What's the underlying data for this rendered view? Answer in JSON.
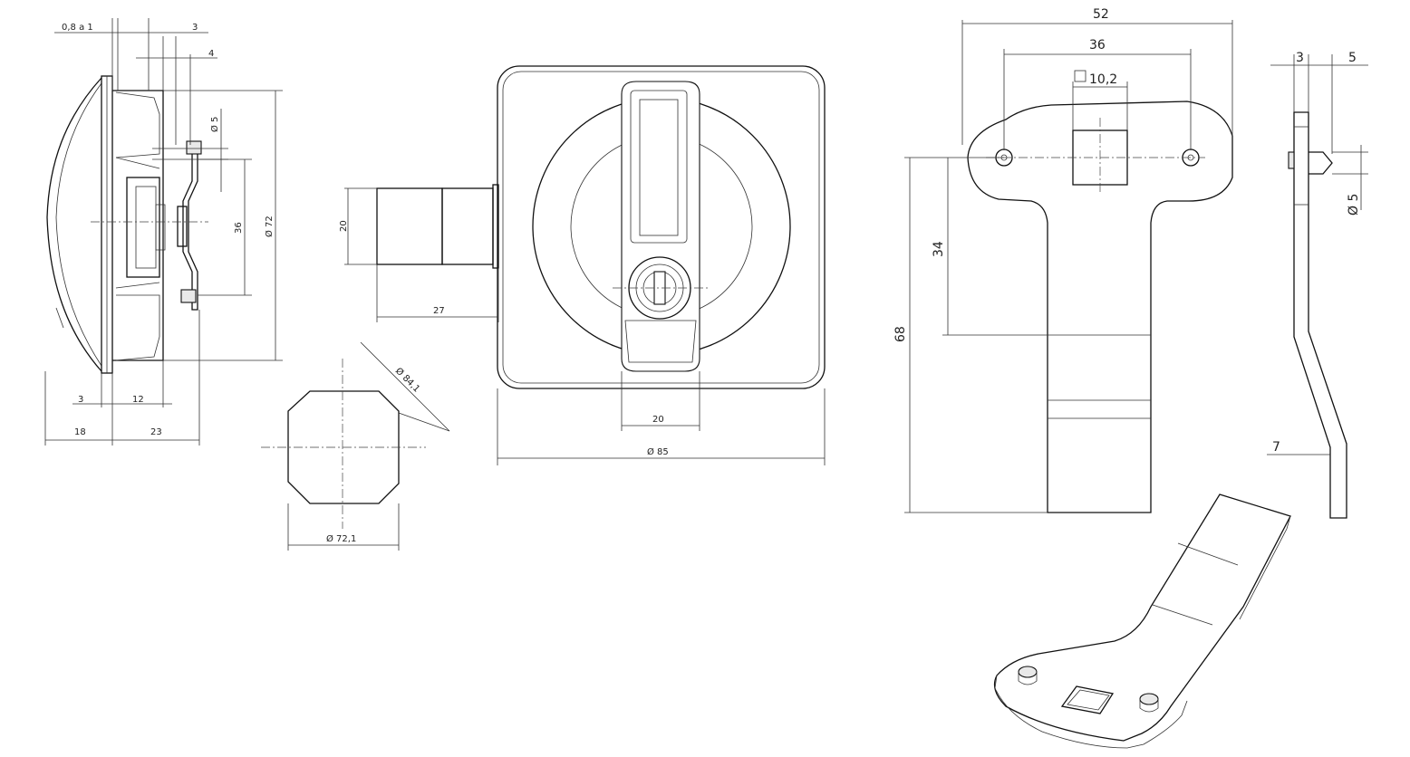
{
  "colors": {
    "line": "#111111",
    "text": "#222222",
    "background": "#ffffff"
  },
  "side_view": {
    "dim_gasket": "0,8 a 1",
    "dim_top_3": "3",
    "dim_top_4": "4",
    "dim_pin": "Ø 5",
    "dim_36": "36",
    "dim_72": "Ø 72",
    "dim_bottom_3": "3",
    "dim_bottom_12": "12",
    "dim_bottom_18": "18",
    "dim_bottom_23": "23"
  },
  "front_view": {
    "dim_20": "20",
    "dim_27": "27",
    "dim_handle_20": "20",
    "dim_85": "Ø 85"
  },
  "cutout": {
    "dim_841": "Ø 84,1",
    "dim_721": "Ø 72,1"
  },
  "cam_plan": {
    "dim_52": "52",
    "dim_36": "36",
    "dim_square": "10,2",
    "dim_34": "34",
    "dim_68": "68"
  },
  "cam_side": {
    "dim_3": "3",
    "dim_5": "5",
    "dim_pin": "Ø 5",
    "dim_7": "7"
  }
}
